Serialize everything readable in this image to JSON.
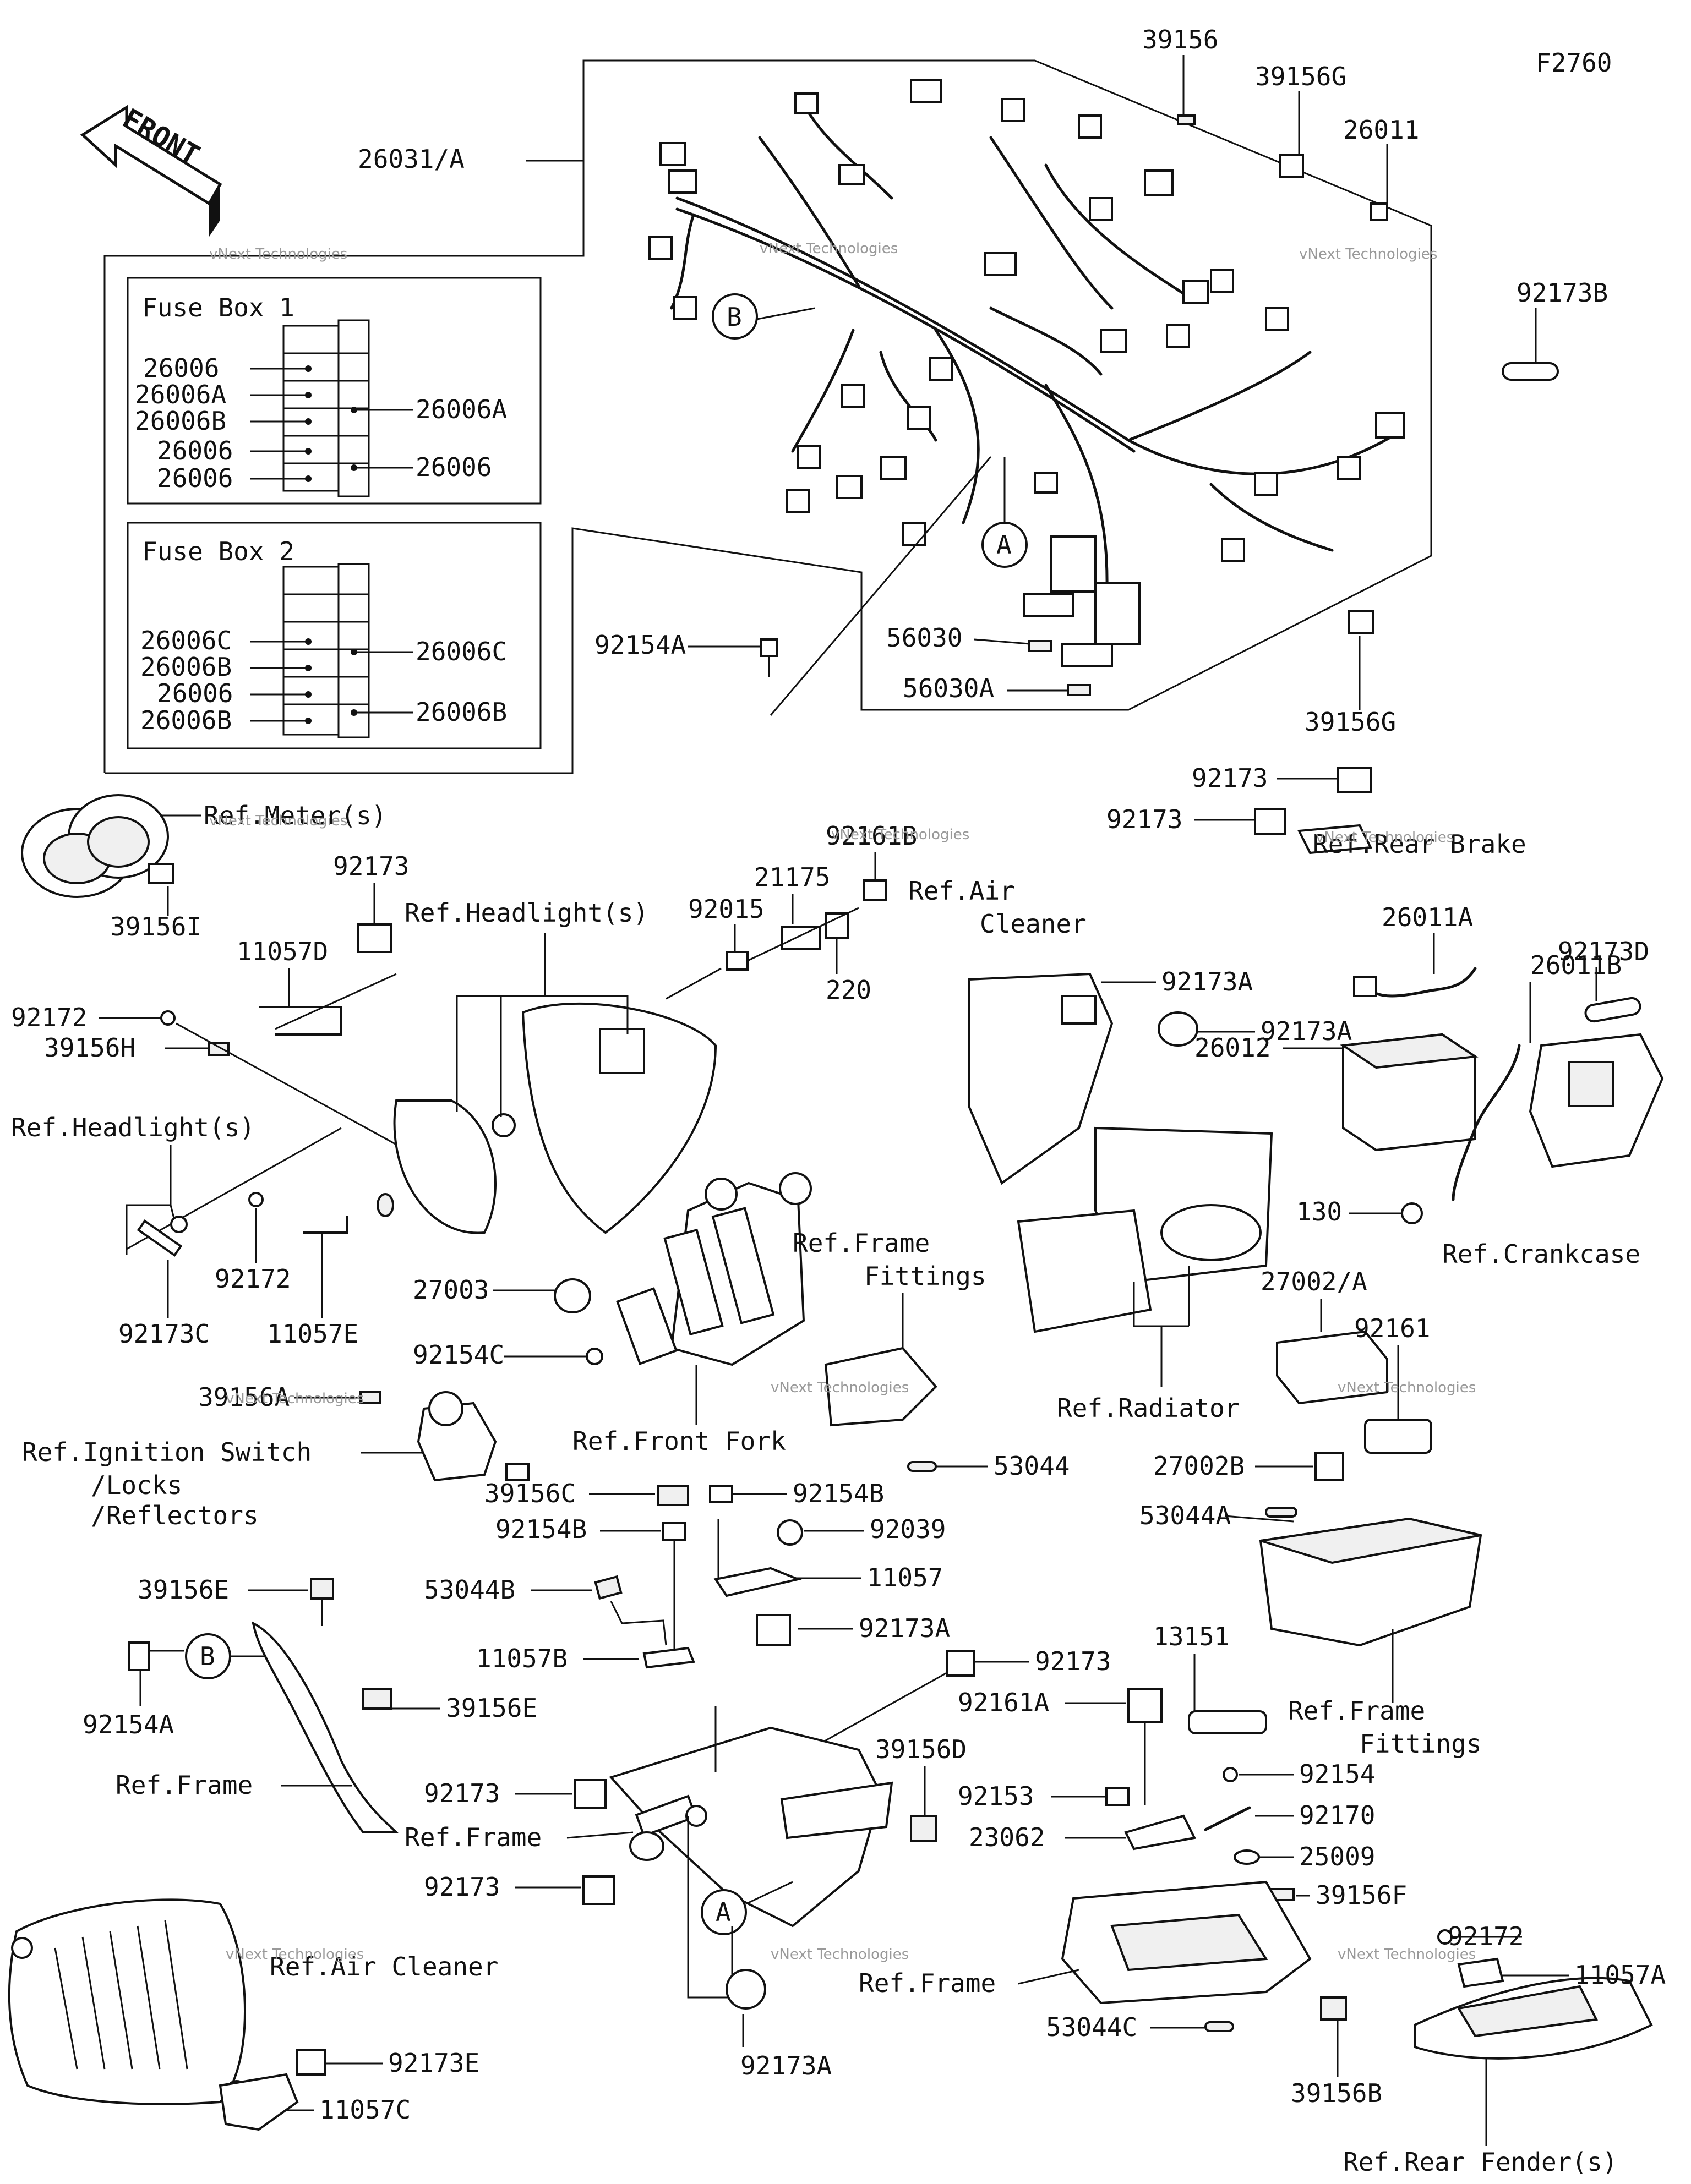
{
  "diagram_code": "F2760",
  "front_arrow": "FRONT",
  "watermark": {
    "line1": "vNext Technologies",
    "line2": "Technologies",
    "line3": "vNext"
  },
  "fuse_box_1": {
    "title": "Fuse Box 1",
    "left": [
      "26006",
      "26006A",
      "26006B",
      "26006",
      "26006"
    ],
    "right": [
      "26006A",
      "26006"
    ]
  },
  "fuse_box_2": {
    "title": "Fuse Box 2",
    "left": [
      "26006C",
      "26006B",
      "26006",
      "26006B"
    ],
    "right": [
      "26006C",
      "26006B"
    ]
  },
  "callouts": {
    "A": "A",
    "B": "B"
  },
  "labels": {
    "p39156": "39156",
    "p39156G_top": "39156G",
    "p26011": "26011",
    "p26031A": "26031/A",
    "p92173B": "92173B",
    "p56030": "56030",
    "p56030A": "56030A",
    "p92154A_mid": "92154A",
    "p39156G_bot": "39156G",
    "ref_meter": "Ref.Meter(s)",
    "p39156I": "39156I",
    "p92173_meter": "92173",
    "p11057D": "11057D",
    "p92172_top": "92172",
    "p39156H": "39156H",
    "ref_headlight_top": "Ref.Headlight(s)",
    "ref_headlight_left": "Ref.Headlight(s)",
    "p92173C": "92173C",
    "p92172_mid": "92172",
    "p11057E": "11057E",
    "p92161B": "92161B",
    "p21175": "21175",
    "p92015": "92015",
    "p220": "220",
    "ref_air_cleaner_1": "Ref.Air",
    "ref_air_cleaner_2": "Cleaner",
    "p92173_rb1": "92173",
    "p92173_rb2": "92173",
    "ref_rear_brake": "Ref.Rear Brake",
    "p92173A_1": "92173A",
    "p92173A_2": "92173A",
    "p26011A": "26011A",
    "p26011B": "26011B",
    "p92173D": "92173D",
    "p26012": "26012",
    "p130": "130",
    "ref_crankcase": "Ref.Crankcase",
    "p27003": "27003",
    "p92154C": "92154C",
    "p39156A": "39156A",
    "ref_ignition_1": "Ref.Ignition Switch",
    "ref_ignition_2": "/Locks",
    "ref_ignition_3": "/Reflectors",
    "ref_front_fork": "Ref.Front Fork",
    "ref_frame_fittings_1": "Ref.Frame",
    "ref_frame_fittings_2": "Fittings",
    "p53044": "53044",
    "ref_radiator": "Ref.Radiator",
    "p27002A": "27002/A",
    "p92161": "92161",
    "p27002B": "27002B",
    "p53044A": "53044A",
    "ref_frame_fittings_3": "Ref.Frame",
    "ref_frame_fittings_4": "Fittings",
    "p39156C": "39156C",
    "p92154B_1": "92154B",
    "p92154B_2": "92154B",
    "p92039": "92039",
    "p11057": "11057",
    "p53044B": "53044B",
    "p11057B": "11057B",
    "p92173A_3": "92173A",
    "p92173_c1": "92173",
    "p39156E_1": "39156E",
    "p39156E_2": "39156E",
    "p92154A_left": "92154A",
    "ref_frame_1": "Ref.Frame",
    "p92173_c2": "92173",
    "ref_frame_2": "Ref.Frame",
    "p92173_c3": "92173",
    "p39156D": "39156D",
    "p13151": "13151",
    "p92161A": "92161A",
    "p92154": "92154",
    "p92153": "92153",
    "p92170": "92170",
    "p23062": "23062",
    "p25009": "25009",
    "p39156F": "39156F",
    "ref_air_cleaner_3": "Ref.Air Cleaner",
    "p92172_bot": "92172",
    "p11057A": "11057A",
    "ref_frame_3": "Ref.Frame",
    "p53044C": "53044C",
    "p92173E": "92173E",
    "p11057C": "11057C",
    "p92173A_4": "92173A",
    "p39156B": "39156B",
    "ref_rear_fender": "Ref.Rear Fender(s)"
  }
}
